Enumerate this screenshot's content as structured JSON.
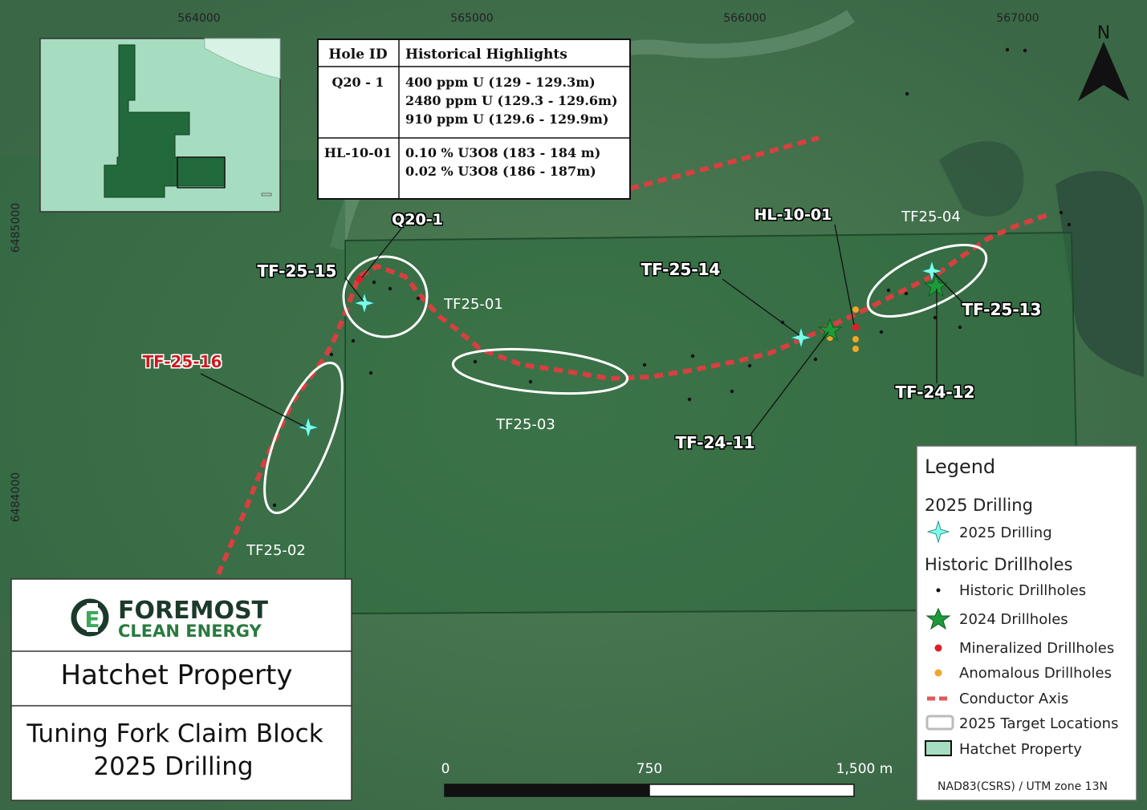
{
  "coords": {
    "top": [
      "564000",
      "565000",
      "566000",
      "567000"
    ],
    "left": [
      "6485000",
      "6484000"
    ]
  },
  "north": "N",
  "table": {
    "headers": [
      "Hole ID",
      "Historical Highlights"
    ],
    "rows": [
      {
        "id": "Q20 - 1",
        "lines": [
          "400 ppm U (129 - 129.3m)",
          "2480 ppm U (129.3 - 129.6m)",
          "910 ppm U (129.6 - 129.9m)"
        ]
      },
      {
        "id": "HL-10-01",
        "lines": [
          "0.10 % U3O8 (183 - 184 m)",
          "0.02 % U3O8 (186 - 187m)"
        ]
      }
    ]
  },
  "targets": [
    "TF25-01",
    "TF25-02",
    "TF25-03",
    "TF25-04"
  ],
  "drillholes": {
    "tf2515": "TF-25-15",
    "tf2516": "TF-25-16",
    "tf2514": "TF-25-14",
    "tf2513": "TF-25-13",
    "tf2411": "TF-24-11",
    "tf2412": "TF-24-12",
    "q201": "Q20-1",
    "hl1001": "HL-10-01"
  },
  "legend": {
    "title": "Legend",
    "section_2025": "2025 Drilling",
    "item_2025": "2025 Drilling",
    "section_historic": "Historic Drillholes",
    "items": [
      "Historic Drillholes",
      "2024 Drillholes",
      "Mineralized Drillholes",
      "Anomalous Drillholes",
      "Conductor Axis",
      "2025 Target Locations",
      "Hatchet Property"
    ],
    "crs": "NAD83(CSRS) / UTM zone 13N"
  },
  "scalebar": {
    "labels": [
      "0",
      "750",
      "1,500 m"
    ]
  },
  "branding": {
    "company_line1": "FOREMOST",
    "company_line2": "CLEAN ENERGY",
    "property": "Hatchet Property",
    "subtitle_line1": "Tuning Fork Claim Block",
    "subtitle_line2": "2025 Drilling"
  },
  "colors": {
    "property_fill": "#2e6a40",
    "conductor_axis": "#d64040",
    "drill_2025": "#7fffe8",
    "drill_2024": "#1e9a3a",
    "mineralized": "#e21b2a",
    "anomalous": "#f2a52a",
    "accent_label": "#d0141e"
  }
}
